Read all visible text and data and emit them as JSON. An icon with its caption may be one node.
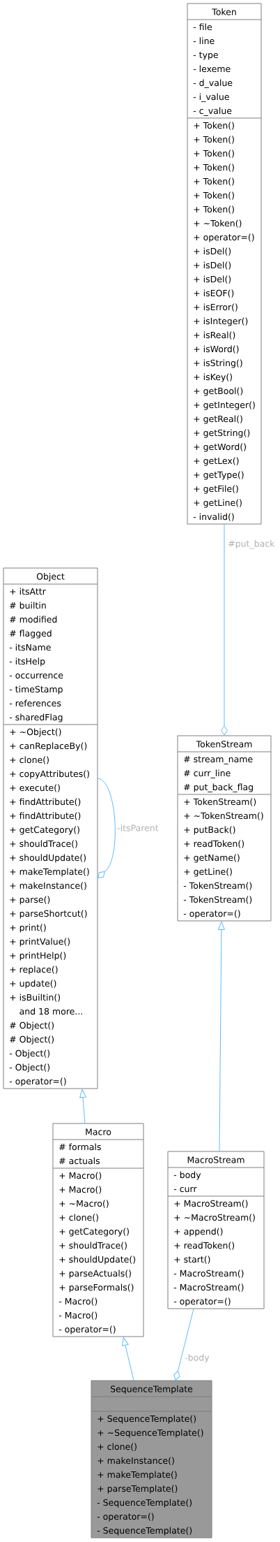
{
  "diagram": {
    "nodes": [
      {
        "text": [
          "Token",
          "- file",
          "- line",
          "- type",
          "- lexeme",
          "- d_value",
          "- i_value",
          "- c_value",
          "+ Token()",
          "+ Token()",
          "+ Token()",
          "+ Token()",
          "+ Token()",
          "+ Token()",
          "+ Token()",
          "+ ~Token()",
          "+ operator=()",
          "+ isDel()",
          "+ isDel()",
          "+ isDel()",
          "+ isEOF()",
          "+ isError()",
          "+ isInteger()",
          "+ isReal()",
          "+ isWord()",
          "+ isString()",
          "+ isKey()",
          "+ getBool()",
          "+ getInteger()",
          "+ getReal()",
          "+ getString()",
          "+ getWord()",
          "+ getLex()",
          "+ getType()",
          "+ getFile()",
          "+ getLine()",
          "- invalid()"
        ]
      },
      {
        "text": [
          "Object",
          "+ itsAttr",
          "# builtin",
          "# modified",
          "# flagged",
          "- itsName",
          "- itsHelp",
          "- occurrence",
          "- timeStamp",
          "- references",
          "- sharedFlag",
          "+ ~Object()",
          "+ canReplaceBy()",
          "+ clone()",
          "+ copyAttributes()",
          "+ execute()",
          "+ findAttribute()",
          "+ findAttribute()",
          "+ getCategory()",
          "+ shouldTrace()",
          "+ shouldUpdate()",
          "+ makeTemplate()",
          "+ makeInstance()",
          "+ parse()",
          "+ parseShortcut()",
          "+ print()",
          "+ printValue()",
          "+ printHelp()",
          "+ replace()",
          "+ update()",
          "+ isBuiltin()",
          "and 18 more...",
          "# Object()",
          "# Object()",
          "- Object()",
          "- Object()",
          "- operator=()"
        ]
      },
      {
        "text": [
          "TokenStream",
          "# stream_name",
          "# curr_line",
          "# put_back_flag",
          "+ TokenStream()",
          "+ ~TokenStream()",
          "+ putBack()",
          "+ readToken()",
          "+ getName()",
          "+ getLine()",
          "- TokenStream()",
          "- TokenStream()",
          "- operator=()"
        ]
      },
      {
        "text": [
          "Macro",
          "# formals",
          "# actuals",
          "+ Macro()",
          "+ Macro()",
          "+ ~Macro()",
          "+ clone()",
          "+ getCategory()",
          "+ shouldTrace()",
          "+ shouldUpdate()",
          "+ parseActuals()",
          "+ parseFormals()",
          "- Macro()",
          "- Macro()",
          "- operator=()"
        ]
      },
      {
        "text": [
          "MacroStream",
          "- body",
          "- curr",
          "+ MacroStream()",
          "+ ~MacroStream()",
          "+ append()",
          "+ readToken()",
          "+ start()",
          "- MacroStream()",
          "- MacroStream()",
          "- operator=()"
        ]
      },
      {
        "text": [
          "SequenceTemplate",
          "+ SequenceTemplate()",
          "+ ~SequenceTemplate()",
          "+ clone()",
          "+ makeInstance()",
          "+ makeTemplate()",
          "+ parseTemplate()",
          "- SequenceTemplate()",
          "- operator=()",
          "- SequenceTemplate()"
        ]
      }
    ],
    "edges": [
      {
        "from": 0,
        "to": 2,
        "arrow": "other",
        "label": "#put_back"
      },
      {
        "from": 1,
        "to": 1,
        "arrow": "other",
        "label": "-itsParent"
      },
      {
        "from": 3,
        "to": 1,
        "arrow": "to"
      },
      {
        "from": 4,
        "to": 2,
        "arrow": "to"
      },
      {
        "from": 5,
        "to": 3,
        "arrow": "to"
      },
      {
        "from": 4,
        "to": 5,
        "arrow": "other",
        "label": "-body"
      }
    ]
  }
}
